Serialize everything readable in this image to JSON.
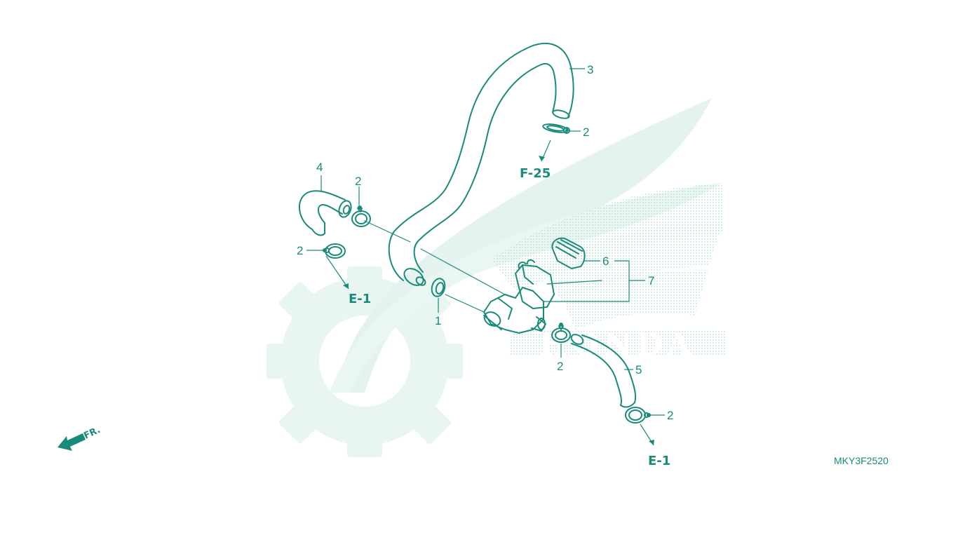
{
  "diagram": {
    "callouts": [
      "3",
      "2",
      "4",
      "2",
      "2",
      "6",
      "7",
      "1",
      "2",
      "5",
      "2"
    ],
    "references": [
      "F-25",
      "E-1",
      "E-1"
    ],
    "direction_label": "FR.",
    "watermark_text": "HONDA",
    "part_code": "MKY3F2520"
  },
  "colors": {
    "line": "#1a8a7a",
    "watermark": "#e4f3ef",
    "dots": "#b9ddd3"
  }
}
